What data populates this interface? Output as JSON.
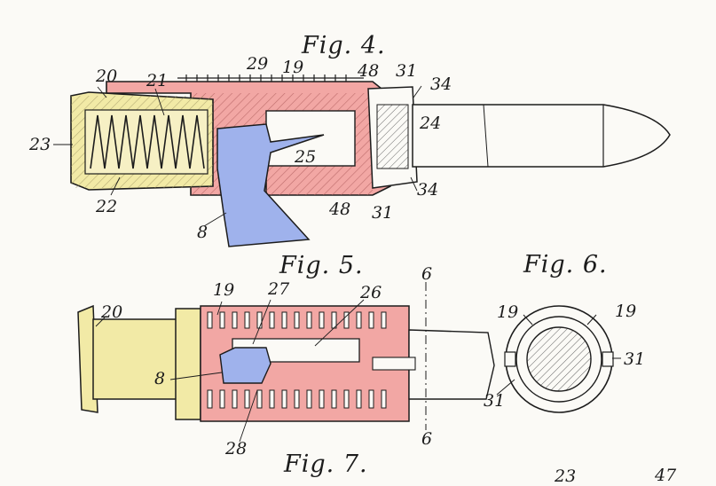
{
  "figures": {
    "fig4": {
      "title": "Fig. 4."
    },
    "fig5": {
      "title": "Fig. 5."
    },
    "fig6": {
      "title": "Fig. 6."
    },
    "fig7": {
      "title": "Fig. 7."
    }
  },
  "labels": {
    "fig4": [
      "20",
      "21",
      "29",
      "19",
      "48",
      "31",
      "34",
      "23",
      "24",
      "25",
      "22",
      "8",
      "48",
      "31",
      "34"
    ],
    "fig5": [
      "19",
      "27",
      "26",
      "6",
      "20",
      "8",
      "28",
      "6"
    ],
    "fig6": [
      "19",
      "19",
      "31",
      "31"
    ],
    "partial": [
      "23",
      "47"
    ]
  },
  "colors": {
    "yellow_part": "#f2eaa6",
    "red_part": "#f2a7a4",
    "blue_part": "#9fb2ec",
    "ink": "#1c1c1c"
  }
}
